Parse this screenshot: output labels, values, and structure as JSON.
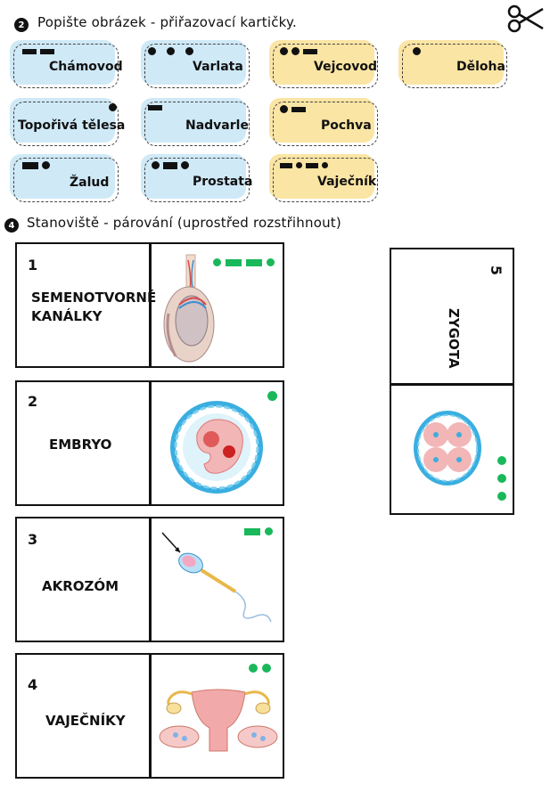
{
  "section2": {
    "number": "2",
    "title": "Popište obrázek - přiřazovací kartičky."
  },
  "cards": [
    {
      "label": "Chámovod",
      "color": "#cfe9f7"
    },
    {
      "label": "Varlata",
      "color": "#cfe9f7"
    },
    {
      "label": "Vejcovod",
      "color": "#fbe5a4"
    },
    {
      "label": "Děloha",
      "color": "#fbe5a4"
    },
    {
      "label": "Topořivá tělesa",
      "color": "#cfe9f7"
    },
    {
      "label": "Nadvarle",
      "color": "#cfe9f7"
    },
    {
      "label": "Pochva",
      "color": "#fbe5a4"
    },
    {
      "label": "Žalud",
      "color": "#cfe9f7"
    },
    {
      "label": "Prostata",
      "color": "#cfe9f7"
    },
    {
      "label": "Vaječník",
      "color": "#fbe5a4"
    }
  ],
  "section4": {
    "number": "4",
    "title": "Stanoviště - párování (uprostřed rozstřihnout)"
  },
  "dominoes": [
    {
      "number": "1",
      "text": "SEMENOTVORNÉ KANÁLKY",
      "image": "testis-cross-section"
    },
    {
      "number": "2",
      "text": "EMBRYO",
      "image": "embryo"
    },
    {
      "number": "3",
      "text": "AKROZÓM",
      "image": "sperm-cell"
    },
    {
      "number": "4",
      "text": "VAJEČNÍKY",
      "image": "uterus-ovaries"
    },
    {
      "number": "5",
      "text": "ZYGOTA",
      "image": "zygote"
    }
  ],
  "icons": {
    "scissors": "scissors-icon"
  },
  "colors": {
    "blue_card": "#cfe9f7",
    "yellow_card": "#fbe5a4",
    "morse_green": "#19b85a"
  }
}
